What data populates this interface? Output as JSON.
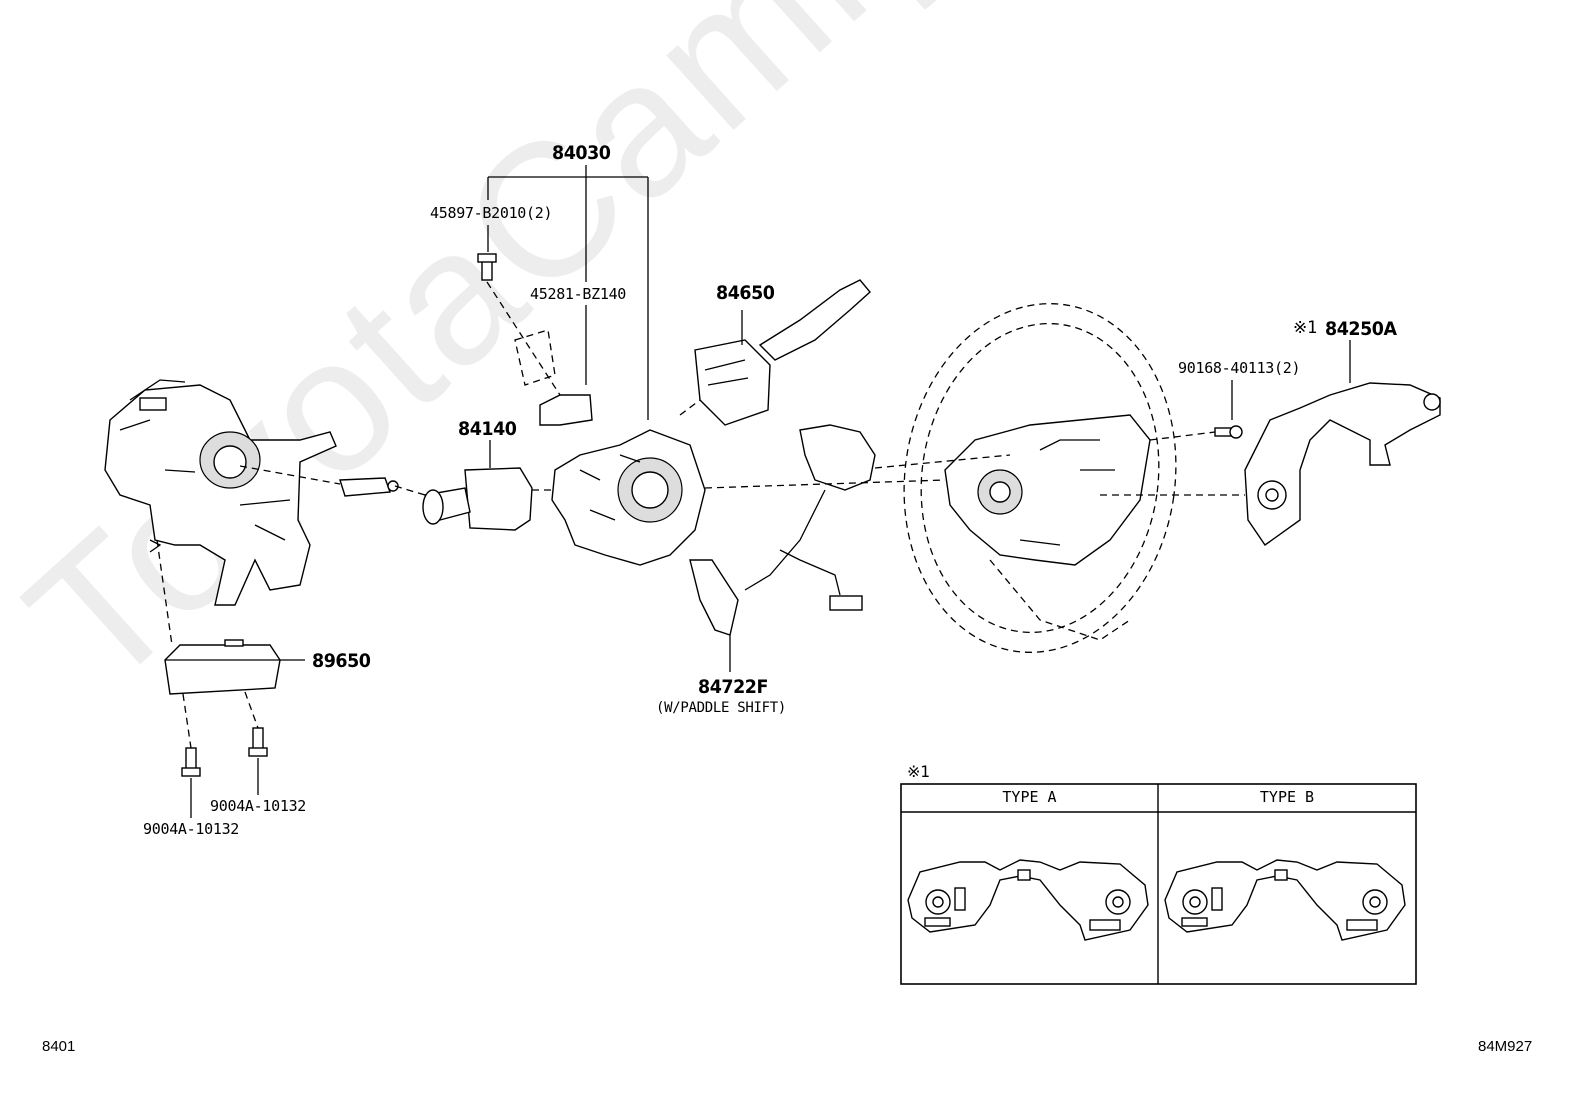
{
  "watermark": "ToyotaCamry.ru",
  "labels": {
    "p84030": "84030",
    "p45897": "45897-B2010(2)",
    "p45281": "45281-BZ140",
    "p84650": "84650",
    "p84140": "84140",
    "p84250a_mark": "※1",
    "p84250a": "84250A",
    "p90168": "90168-40113(2)",
    "p89650": "89650",
    "p84722f": "84722F",
    "p84722f_note": "(W/PADDLE SHIFT)",
    "p9004a_1": "9004A-10132",
    "p9004a_2": "9004A-10132"
  },
  "inset": {
    "mark": "※1",
    "type_a": "TYPE A",
    "type_b": "TYPE B"
  },
  "footer": {
    "left_code": "8401",
    "right_code": "84M927"
  }
}
